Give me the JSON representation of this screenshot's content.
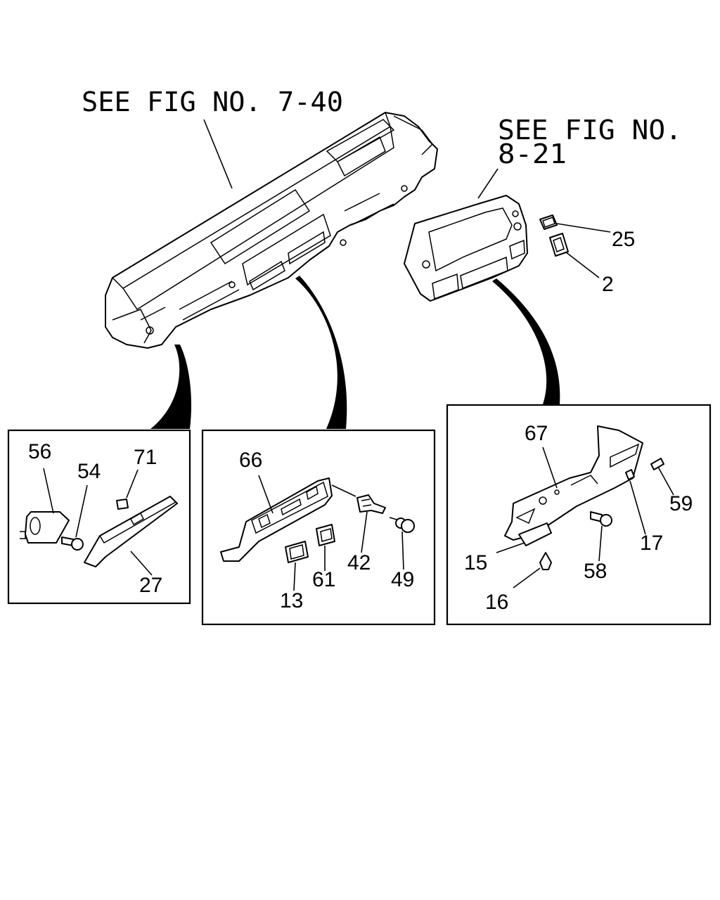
{
  "references": {
    "dashboard": "SEE FIG NO. 7-40",
    "cluster_line1": "SEE FIG NO.",
    "cluster_line2": "8-21"
  },
  "callouts": {
    "p25": "25",
    "p2": "2",
    "p56": "56",
    "p54": "54",
    "p71": "71",
    "p27": "27",
    "p66": "66",
    "p13": "13",
    "p61": "61",
    "p42": "42",
    "p49": "49",
    "p67": "67",
    "p59": "59",
    "p17": "17",
    "p15": "15",
    "p58": "58",
    "p16": "16"
  }
}
